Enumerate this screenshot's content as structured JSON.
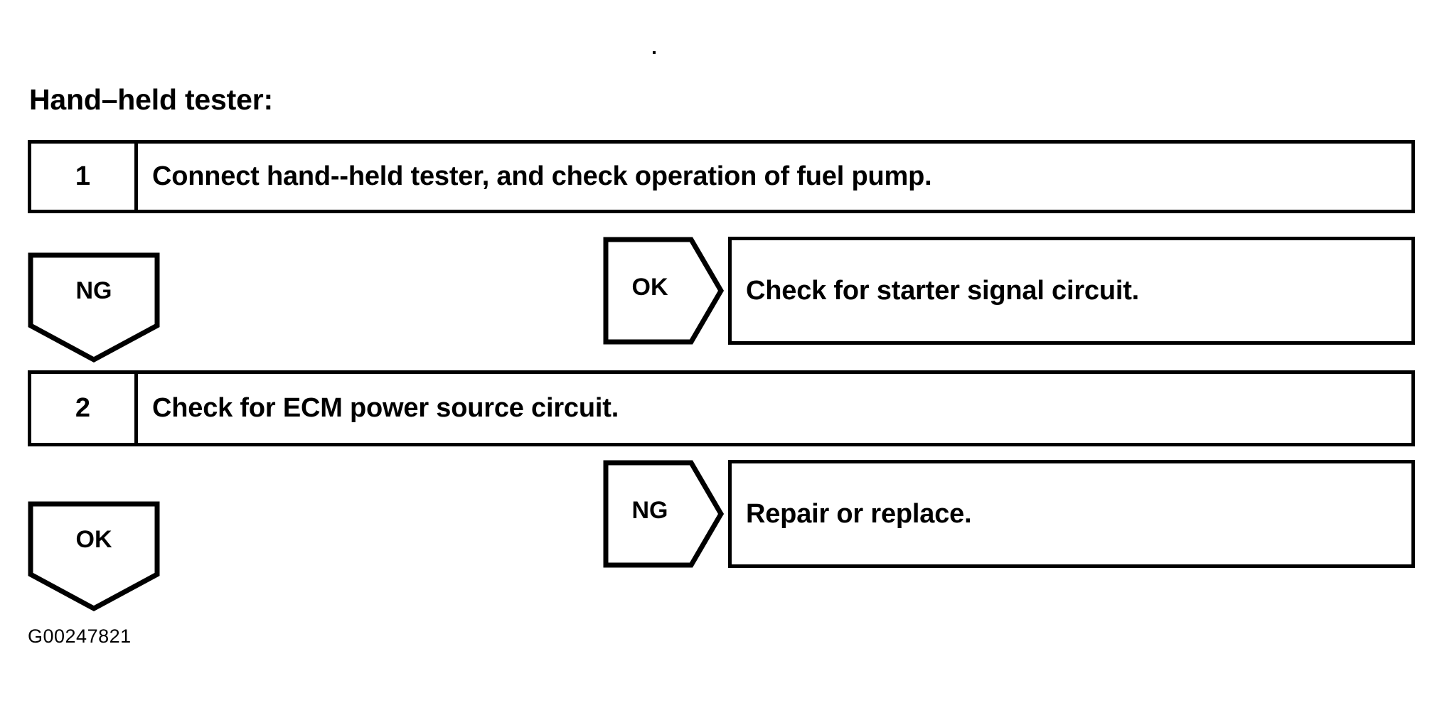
{
  "document": {
    "heading": "Hand–held tester:",
    "figure_id": "G00247821"
  },
  "flow": {
    "steps": [
      {
        "number": "1",
        "text": "Connect hand--held tester, and check operation of fuel pump."
      },
      {
        "number": "2",
        "text": "Check for ECM power source circuit."
      }
    ],
    "connectors": {
      "step1_fail": {
        "label": "NG",
        "direction": "down"
      },
      "step1_pass": {
        "label": "OK",
        "direction": "right"
      },
      "step2_fail": {
        "label": "NG",
        "direction": "right"
      },
      "step2_pass": {
        "label": "OK",
        "direction": "down"
      }
    },
    "results": [
      {
        "text": "Check for starter signal circuit."
      },
      {
        "text": "Repair or replace."
      }
    ]
  },
  "style": {
    "ink": "#000000",
    "paper": "#ffffff"
  }
}
